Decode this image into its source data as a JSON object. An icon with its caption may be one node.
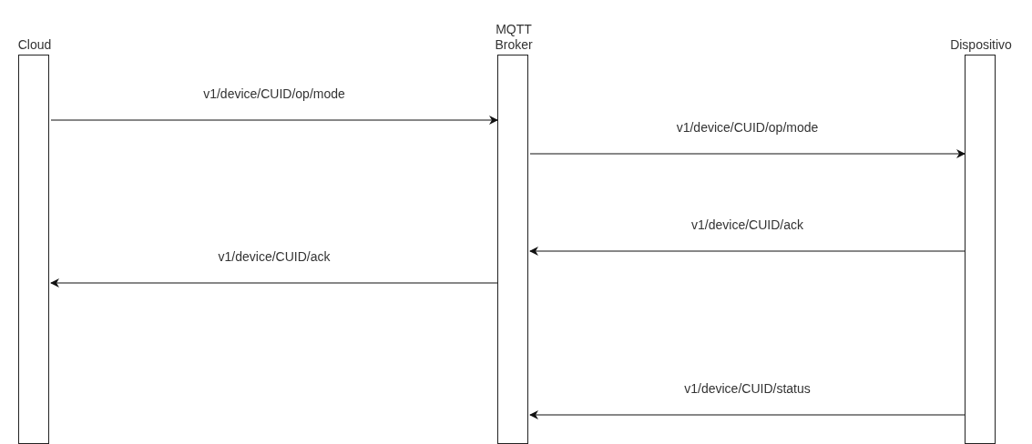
{
  "diagram": {
    "nodes": [
      {
        "text": [
          "Cloud"
        ]
      },
      {
        "text": [
          "MQTT Broker"
        ]
      },
      {
        "text": [
          "Dispositivo"
        ]
      }
    ],
    "edges": [
      {
        "from": 0,
        "to": 1,
        "arrow": "to",
        "label": "v1/device/CUID/op/mode"
      },
      {
        "from": 1,
        "to": 2,
        "arrow": "to",
        "label": "v1/device/CUID/op/mode"
      },
      {
        "from": 2,
        "to": 1,
        "arrow": "to",
        "label": "v1/device/CUID/ack"
      },
      {
        "from": 1,
        "to": 0,
        "arrow": "to",
        "label": "v1/device/CUID/ack"
      },
      {
        "from": 2,
        "to": 1,
        "arrow": "to",
        "label": "v1/device/CUID/status"
      }
    ]
  }
}
